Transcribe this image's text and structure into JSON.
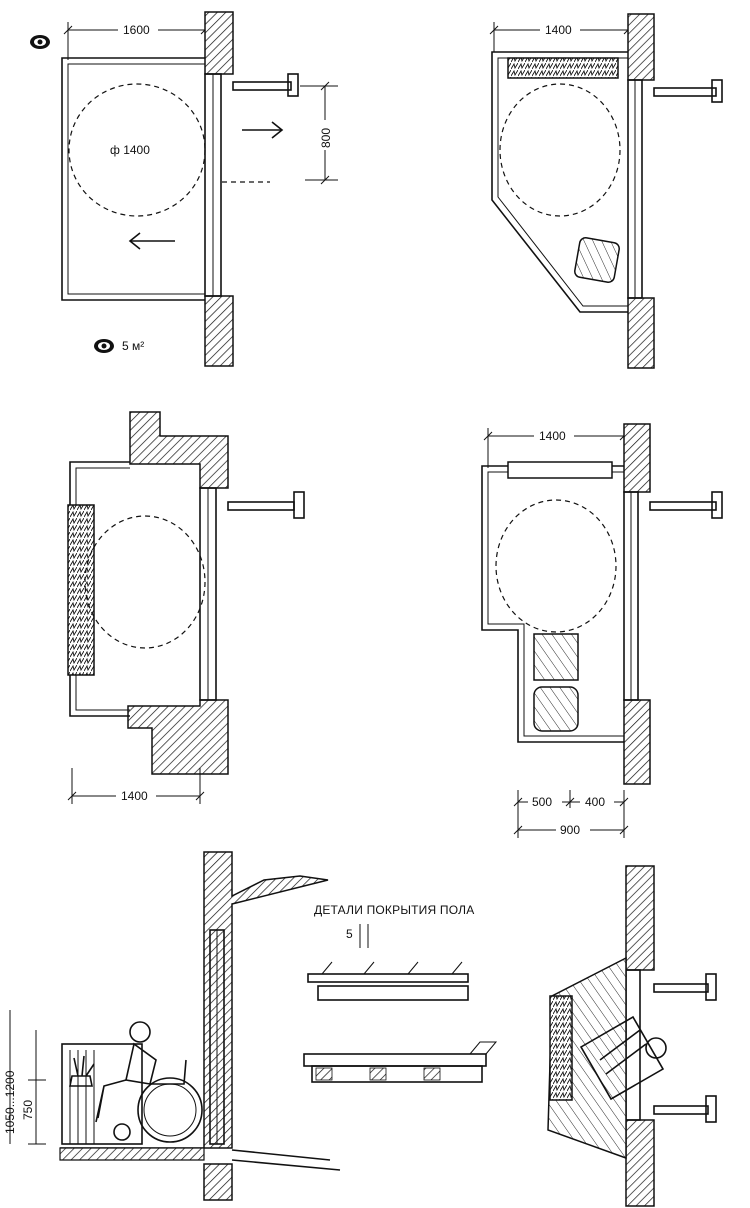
{
  "panel1": {
    "width_dim": "1600",
    "door_dim": "800",
    "circle_label": "ф 1400",
    "area_label": "5 м²"
  },
  "panel2": {
    "width_dim": "1400"
  },
  "panel3": {
    "width_dim": "1400"
  },
  "panel4": {
    "width_dim": "1400",
    "dim_a": "500",
    "dim_b": "400",
    "dim_total": "900"
  },
  "panel5": {
    "height_low": "750",
    "height_high": "1050...1200"
  },
  "floor_details": {
    "title": "ДЕТАЛИ ПОКРЫТИЯ ПОЛА",
    "gap_dim": "5"
  },
  "icons": [
    "eye-icon",
    "eye-icon"
  ]
}
